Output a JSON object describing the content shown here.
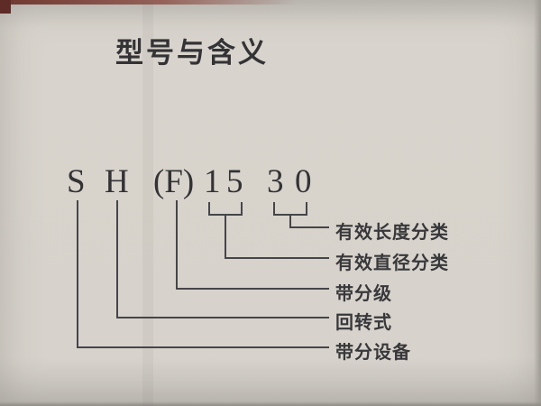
{
  "title": "型号与含义",
  "model": {
    "full": "SH(F)1530",
    "segments": [
      "S",
      "H",
      "(F)",
      "1",
      "5",
      "3",
      "0"
    ]
  },
  "labels": [
    {
      "text": "有效长度分类"
    },
    {
      "text": "有效直径分类"
    },
    {
      "text": "带分级"
    },
    {
      "text": "回转式"
    },
    {
      "text": "带分设备"
    }
  ],
  "colors": {
    "background": "#d7d3cc",
    "ink": "#38383b",
    "line": "#45454a",
    "edge_red": "#6e3730"
  }
}
